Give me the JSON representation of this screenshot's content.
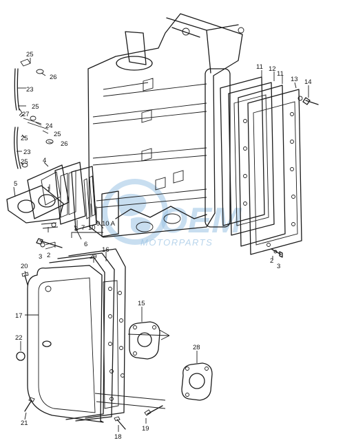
{
  "watermark": {
    "brand": "OEM",
    "sub": "MOTORPARTS",
    "color": "#9cc4e4"
  },
  "labels": {
    "p25a": "25",
    "p26a": "26",
    "p23a": "23",
    "p25b": "25",
    "p27": "27",
    "p24": "24",
    "p25c": "25",
    "p25d": "25",
    "p26b": "26",
    "p23b": "23",
    "p25e": "25",
    "p4": "4",
    "p5": "5",
    "p1": "1",
    "p8": "8",
    "p7": "7",
    "p9": "9",
    "p10": "10",
    "p10a": "10 A",
    "p6": "6",
    "p3a": "3",
    "p2a": "2",
    "p11a": "11",
    "p12": "12",
    "p11b": "11",
    "p13": "13",
    "p14": "14",
    "p2b": "2",
    "p3b": "3",
    "p16": "16",
    "p29": "29",
    "p20": "20",
    "p17": "17",
    "p22": "22",
    "p15": "15",
    "p28": "28",
    "p21": "21",
    "p18": "18",
    "p19": "19"
  }
}
